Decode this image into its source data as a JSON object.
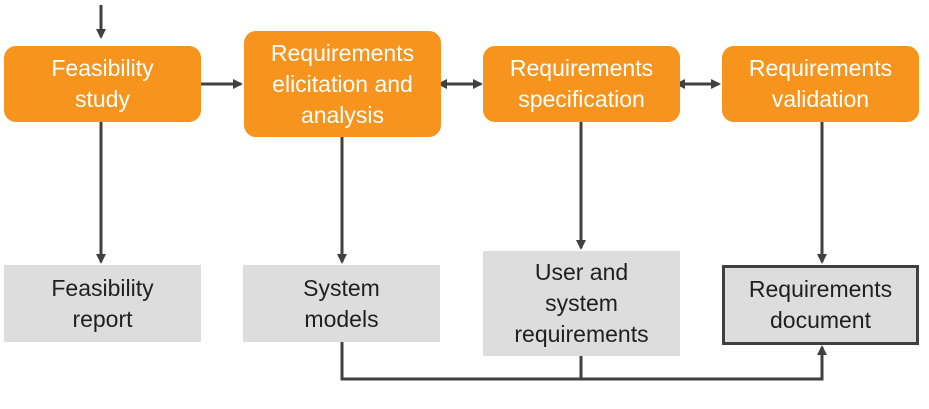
{
  "colors": {
    "process_fill": "#f7941d",
    "process_text": "#ffffff",
    "document_fill": "#dddddd",
    "document_text": "#1f1f1f",
    "arrow": "#404040"
  },
  "processes": [
    {
      "id": "feasibility-study",
      "label": "Feasibility\nstudy"
    },
    {
      "id": "elicitation",
      "label": "Requirements\nelicitation and\nanalysis"
    },
    {
      "id": "specification",
      "label": "Requirements\nspecification"
    },
    {
      "id": "validation",
      "label": "Requirements\nvalidation"
    }
  ],
  "documents": [
    {
      "id": "feasibility-report",
      "label": "Feasibility\nreport"
    },
    {
      "id": "system-models",
      "label": "System\nmodels"
    },
    {
      "id": "user-system-requirements",
      "label": "User and\nsystem\nrequirements"
    },
    {
      "id": "requirements-document",
      "label": "Requirements\ndocument"
    }
  ]
}
